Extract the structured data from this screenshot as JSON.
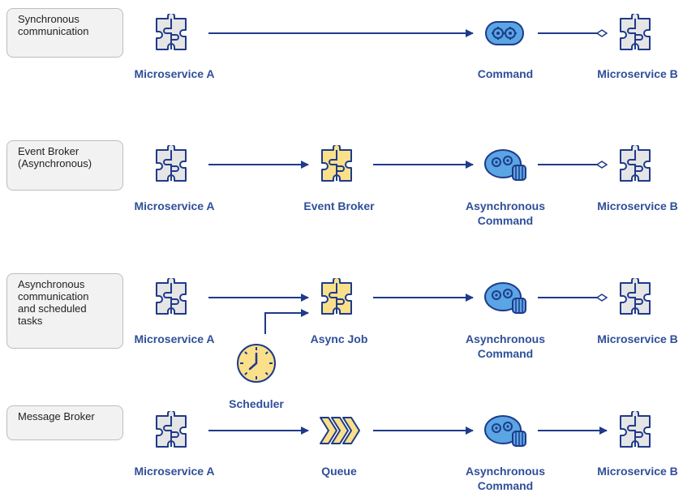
{
  "rows": [
    {
      "label": "Synchronous\ncommunication",
      "nodes": [
        "Microservice A",
        "Command",
        "Microservice B"
      ]
    },
    {
      "label": "Event Broker\n(Asynchronous)",
      "nodes": [
        "Microservice A",
        "Event Broker",
        "Asynchronous\nCommand",
        "Microservice B"
      ]
    },
    {
      "label": "Asynchronous\ncommunication\nand scheduled\ntasks",
      "nodes": [
        "Microservice A",
        "Async Job",
        "Asynchronous\nCommand",
        "Microservice B"
      ],
      "extra": "Scheduler"
    },
    {
      "label": "Message Broker",
      "nodes": [
        "Microservice A",
        "Queue",
        "Asynchronous\nCommand",
        "Microservice B"
      ]
    }
  ],
  "colors": {
    "line": "#1f3a8a",
    "puzzle_grey": "#e5e5e5",
    "puzzle_yellow": "#fbe08a",
    "gear_blue": "#5aa5e3",
    "stroke": "#1f3a8a",
    "label_text": "#2f4f99"
  }
}
